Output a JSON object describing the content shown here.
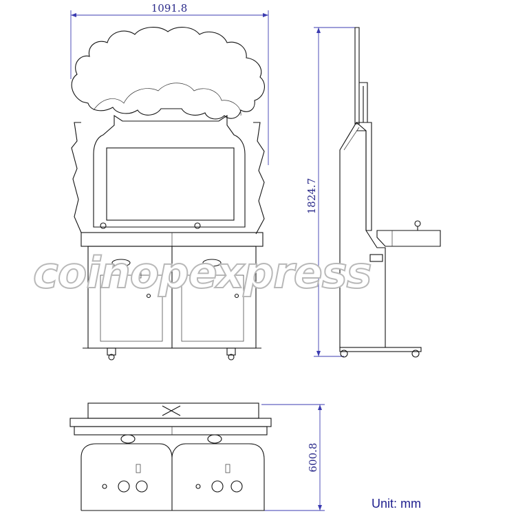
{
  "dimensions": {
    "width_label": "1091.8",
    "height_label": "1824.7",
    "depth_label": "600.8"
  },
  "unit_label": "Unit: mm",
  "watermark": "coinopexpress",
  "colors": {
    "dimension": "#3b3bb0",
    "unit_text": "#1e1e8e",
    "outline": "#111111",
    "watermark_stroke": "#b8b8b8"
  }
}
